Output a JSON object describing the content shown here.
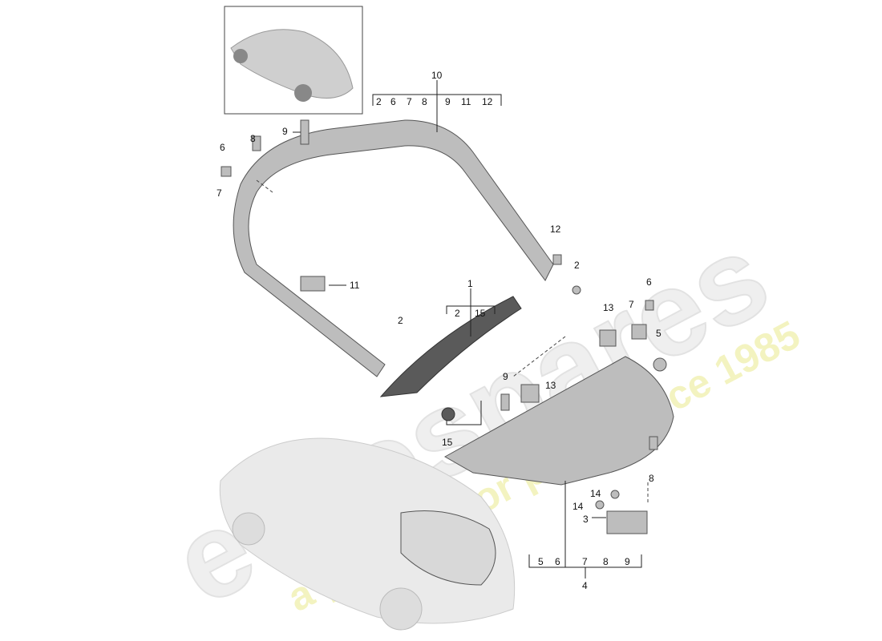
{
  "watermark": {
    "brand": "eurospares",
    "tagline": "a passion for parts since 1985"
  },
  "callouts": {
    "c10": "10",
    "g10": [
      "2",
      "6",
      "7",
      "8",
      "9",
      "11",
      "12"
    ],
    "c1": "1",
    "g1": [
      "2",
      "15"
    ],
    "c4": "4",
    "g4": [
      "5",
      "6",
      "7",
      "8",
      "9"
    ],
    "c9a": "9",
    "c8a": "8",
    "c6a": "6",
    "c7a": "7",
    "c11": "11",
    "c12": "12",
    "c2a": "2",
    "c6b": "6",
    "c7b": "7",
    "c13a": "13",
    "c5": "5",
    "c2b": "2",
    "c9b": "9",
    "c13b": "13",
    "c15": "15",
    "c8b": "8",
    "c14a": "14",
    "c14b": "14",
    "c3": "3"
  }
}
